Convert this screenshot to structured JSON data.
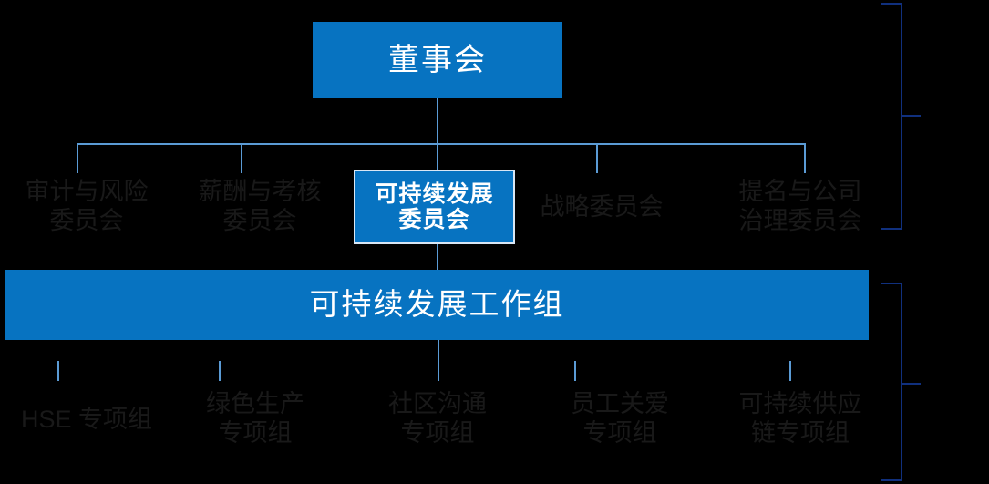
{
  "diagram": {
    "title_box": {
      "label": "董事会"
    },
    "committees": [
      {
        "name": "audit-risk-committee",
        "label": "审计与风险\n委员会"
      },
      {
        "name": "remuneration-appraisal-committee",
        "label": "薪酬与考核\n委员会"
      },
      {
        "name": "sustainable-development-committee",
        "label": "可持续发展\n委员会",
        "highlighted": true
      },
      {
        "name": "strategy-committee",
        "label": "战略委员会"
      },
      {
        "name": "nomination-governance-committee",
        "label": "提名与公司\n治理委员会"
      }
    ],
    "workgroup_box": {
      "label": "可持续发展工作组"
    },
    "task_groups": [
      {
        "name": "hse-task-group",
        "label": "HSE 专项组"
      },
      {
        "name": "green-production-task-group",
        "label": "绿色生产\n专项组"
      },
      {
        "name": "community-communication-task-group",
        "label": "社区沟通\n专项组"
      },
      {
        "name": "employee-care-task-group",
        "label": "员工关爱\n专项组"
      },
      {
        "name": "sustainable-supply-chain-task-group",
        "label": "可持续供应\n链专项组"
      }
    ],
    "colors": {
      "box_fill": "#0773C1",
      "box_text": "#FFFFFF",
      "node_text": "#191919",
      "connector": "#5B9BD5",
      "bracket": "#10307E",
      "highlight_border": "#D9E7F5",
      "background": "#000000"
    }
  }
}
